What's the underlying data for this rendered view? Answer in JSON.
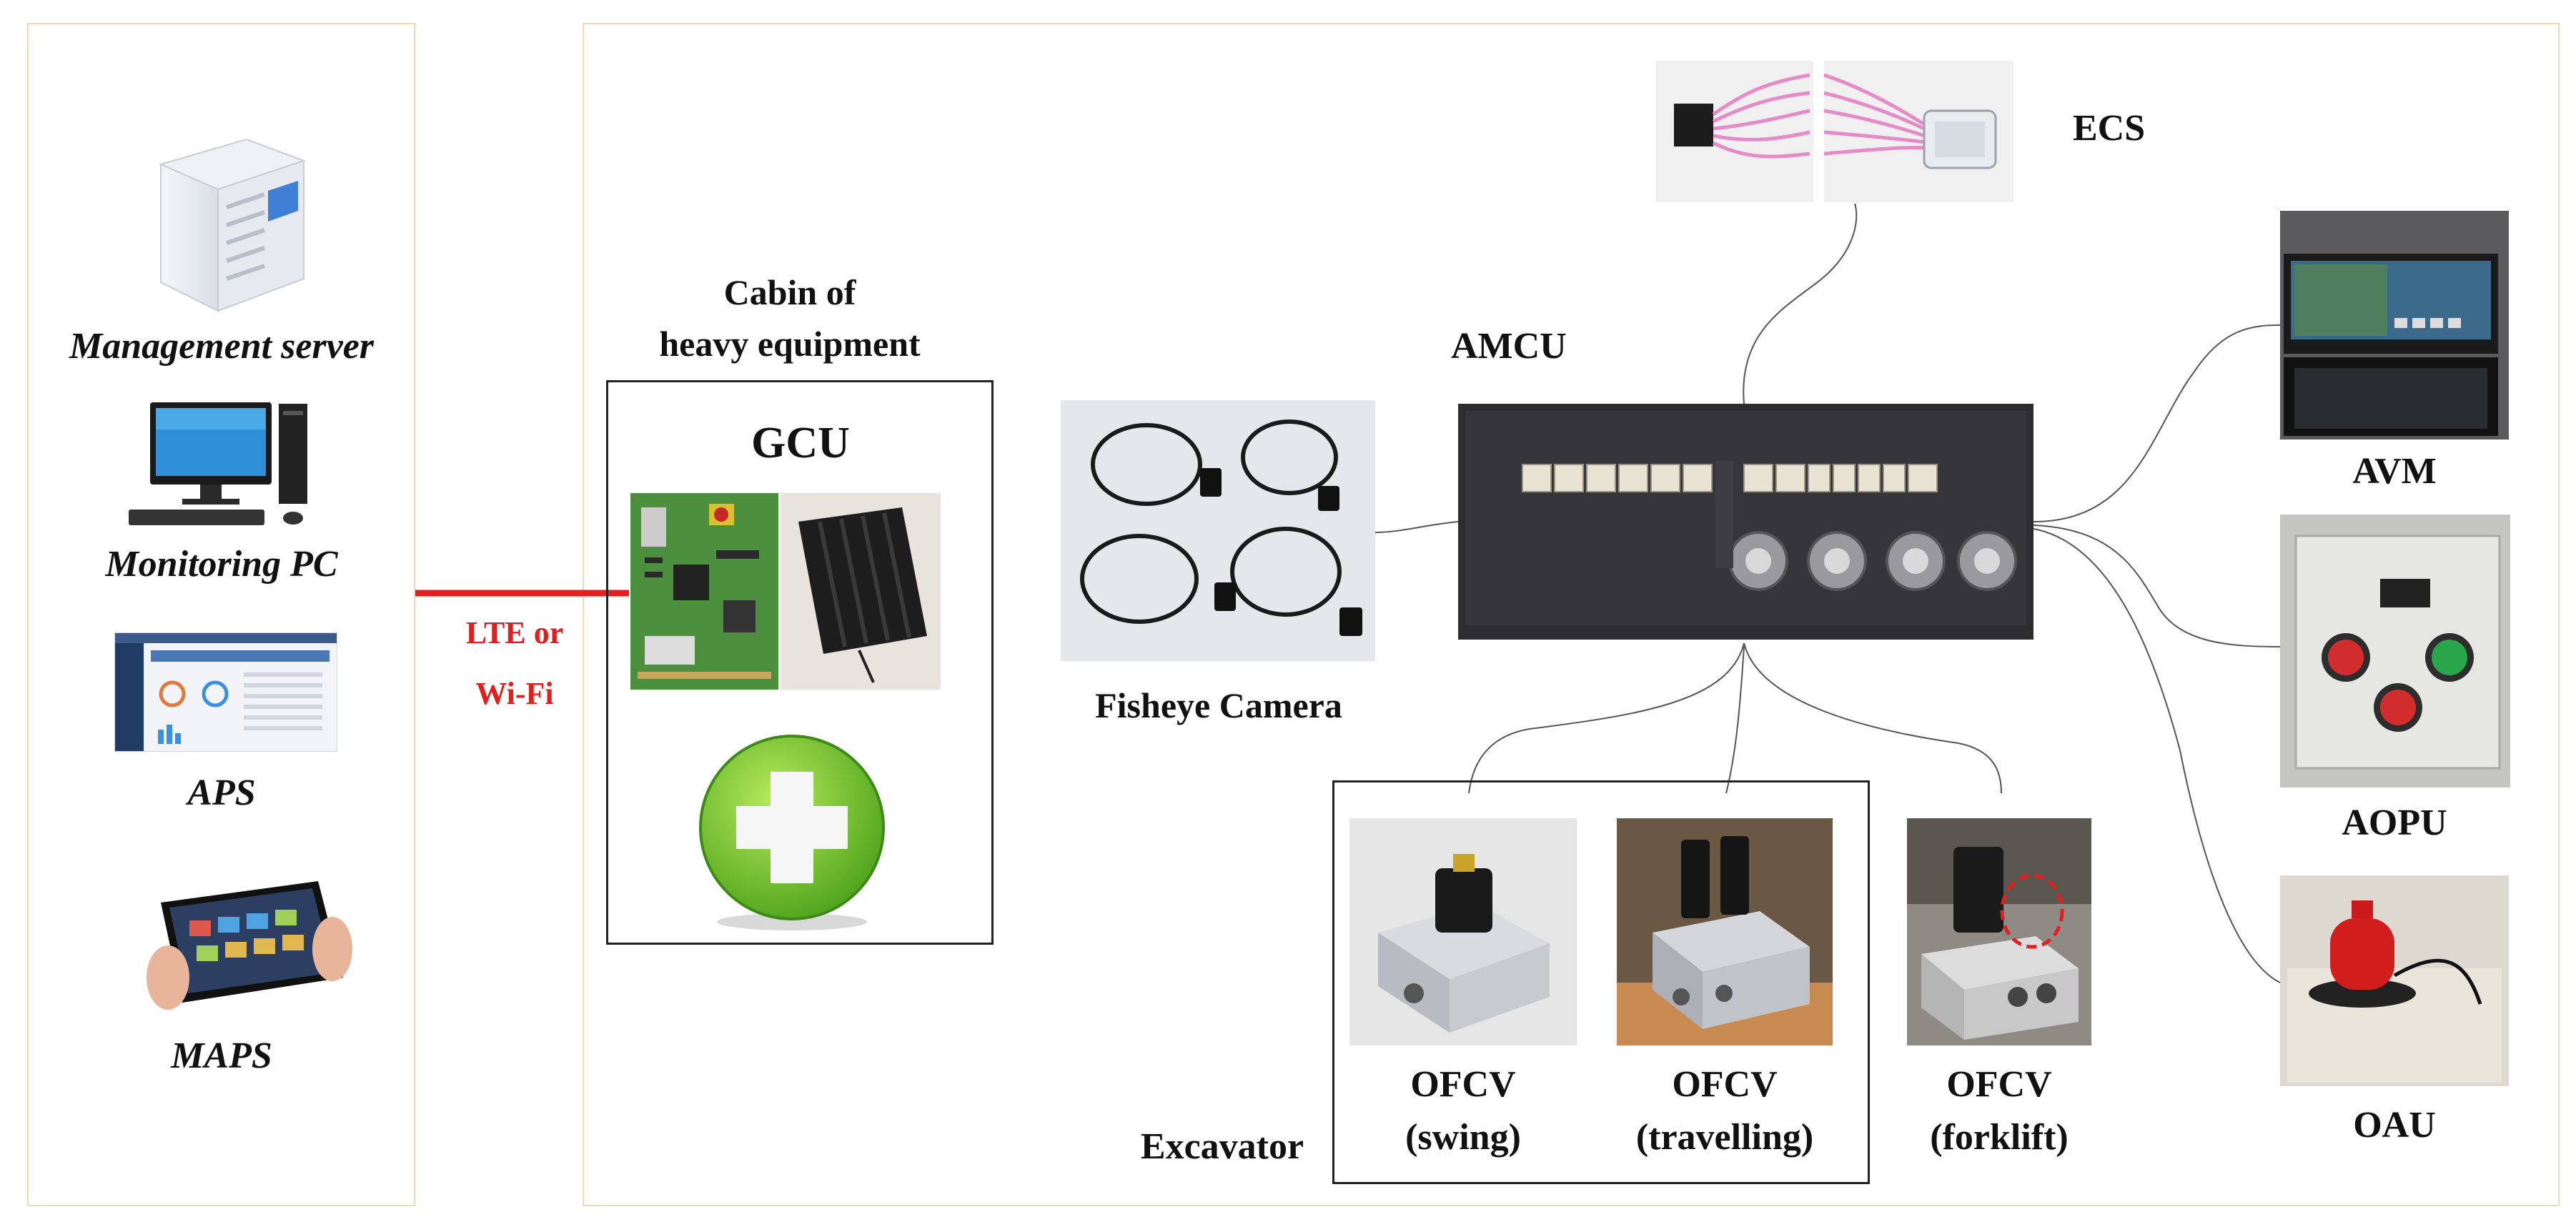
{
  "left_panel": {
    "items": [
      {
        "label": "Management server",
        "icon": "server-icon"
      },
      {
        "label": "Monitoring PC",
        "icon": "desktop-pc-icon"
      },
      {
        "label": "APS",
        "icon": "dashboard-screen-icon"
      },
      {
        "label": "MAPS",
        "icon": "tablet-icon"
      }
    ]
  },
  "link": {
    "line1": "LTE or",
    "line2": "Wi-Fi",
    "color": "#e02020"
  },
  "cabin": {
    "title_line1": "Cabin of",
    "title_line2": "heavy equipment",
    "gcu_label": "GCU"
  },
  "devices": {
    "fisheye_camera": "Fisheye Camera",
    "amcu": "AMCU",
    "ecs": "ECS",
    "avm": "AVM",
    "aopu": "AOPU",
    "oau": "OAU"
  },
  "excavator": {
    "label": "Excavator",
    "valves": [
      {
        "name": "OFCV",
        "mode": "(swing)"
      },
      {
        "name": "OFCV",
        "mode": "(travelling)"
      }
    ]
  },
  "forklift_valve": {
    "name": "OFCV",
    "mode": "(forklift)"
  },
  "colors": {
    "panel_border": "#f3d9b0",
    "link_line": "#e02020",
    "box_border": "#222222"
  }
}
